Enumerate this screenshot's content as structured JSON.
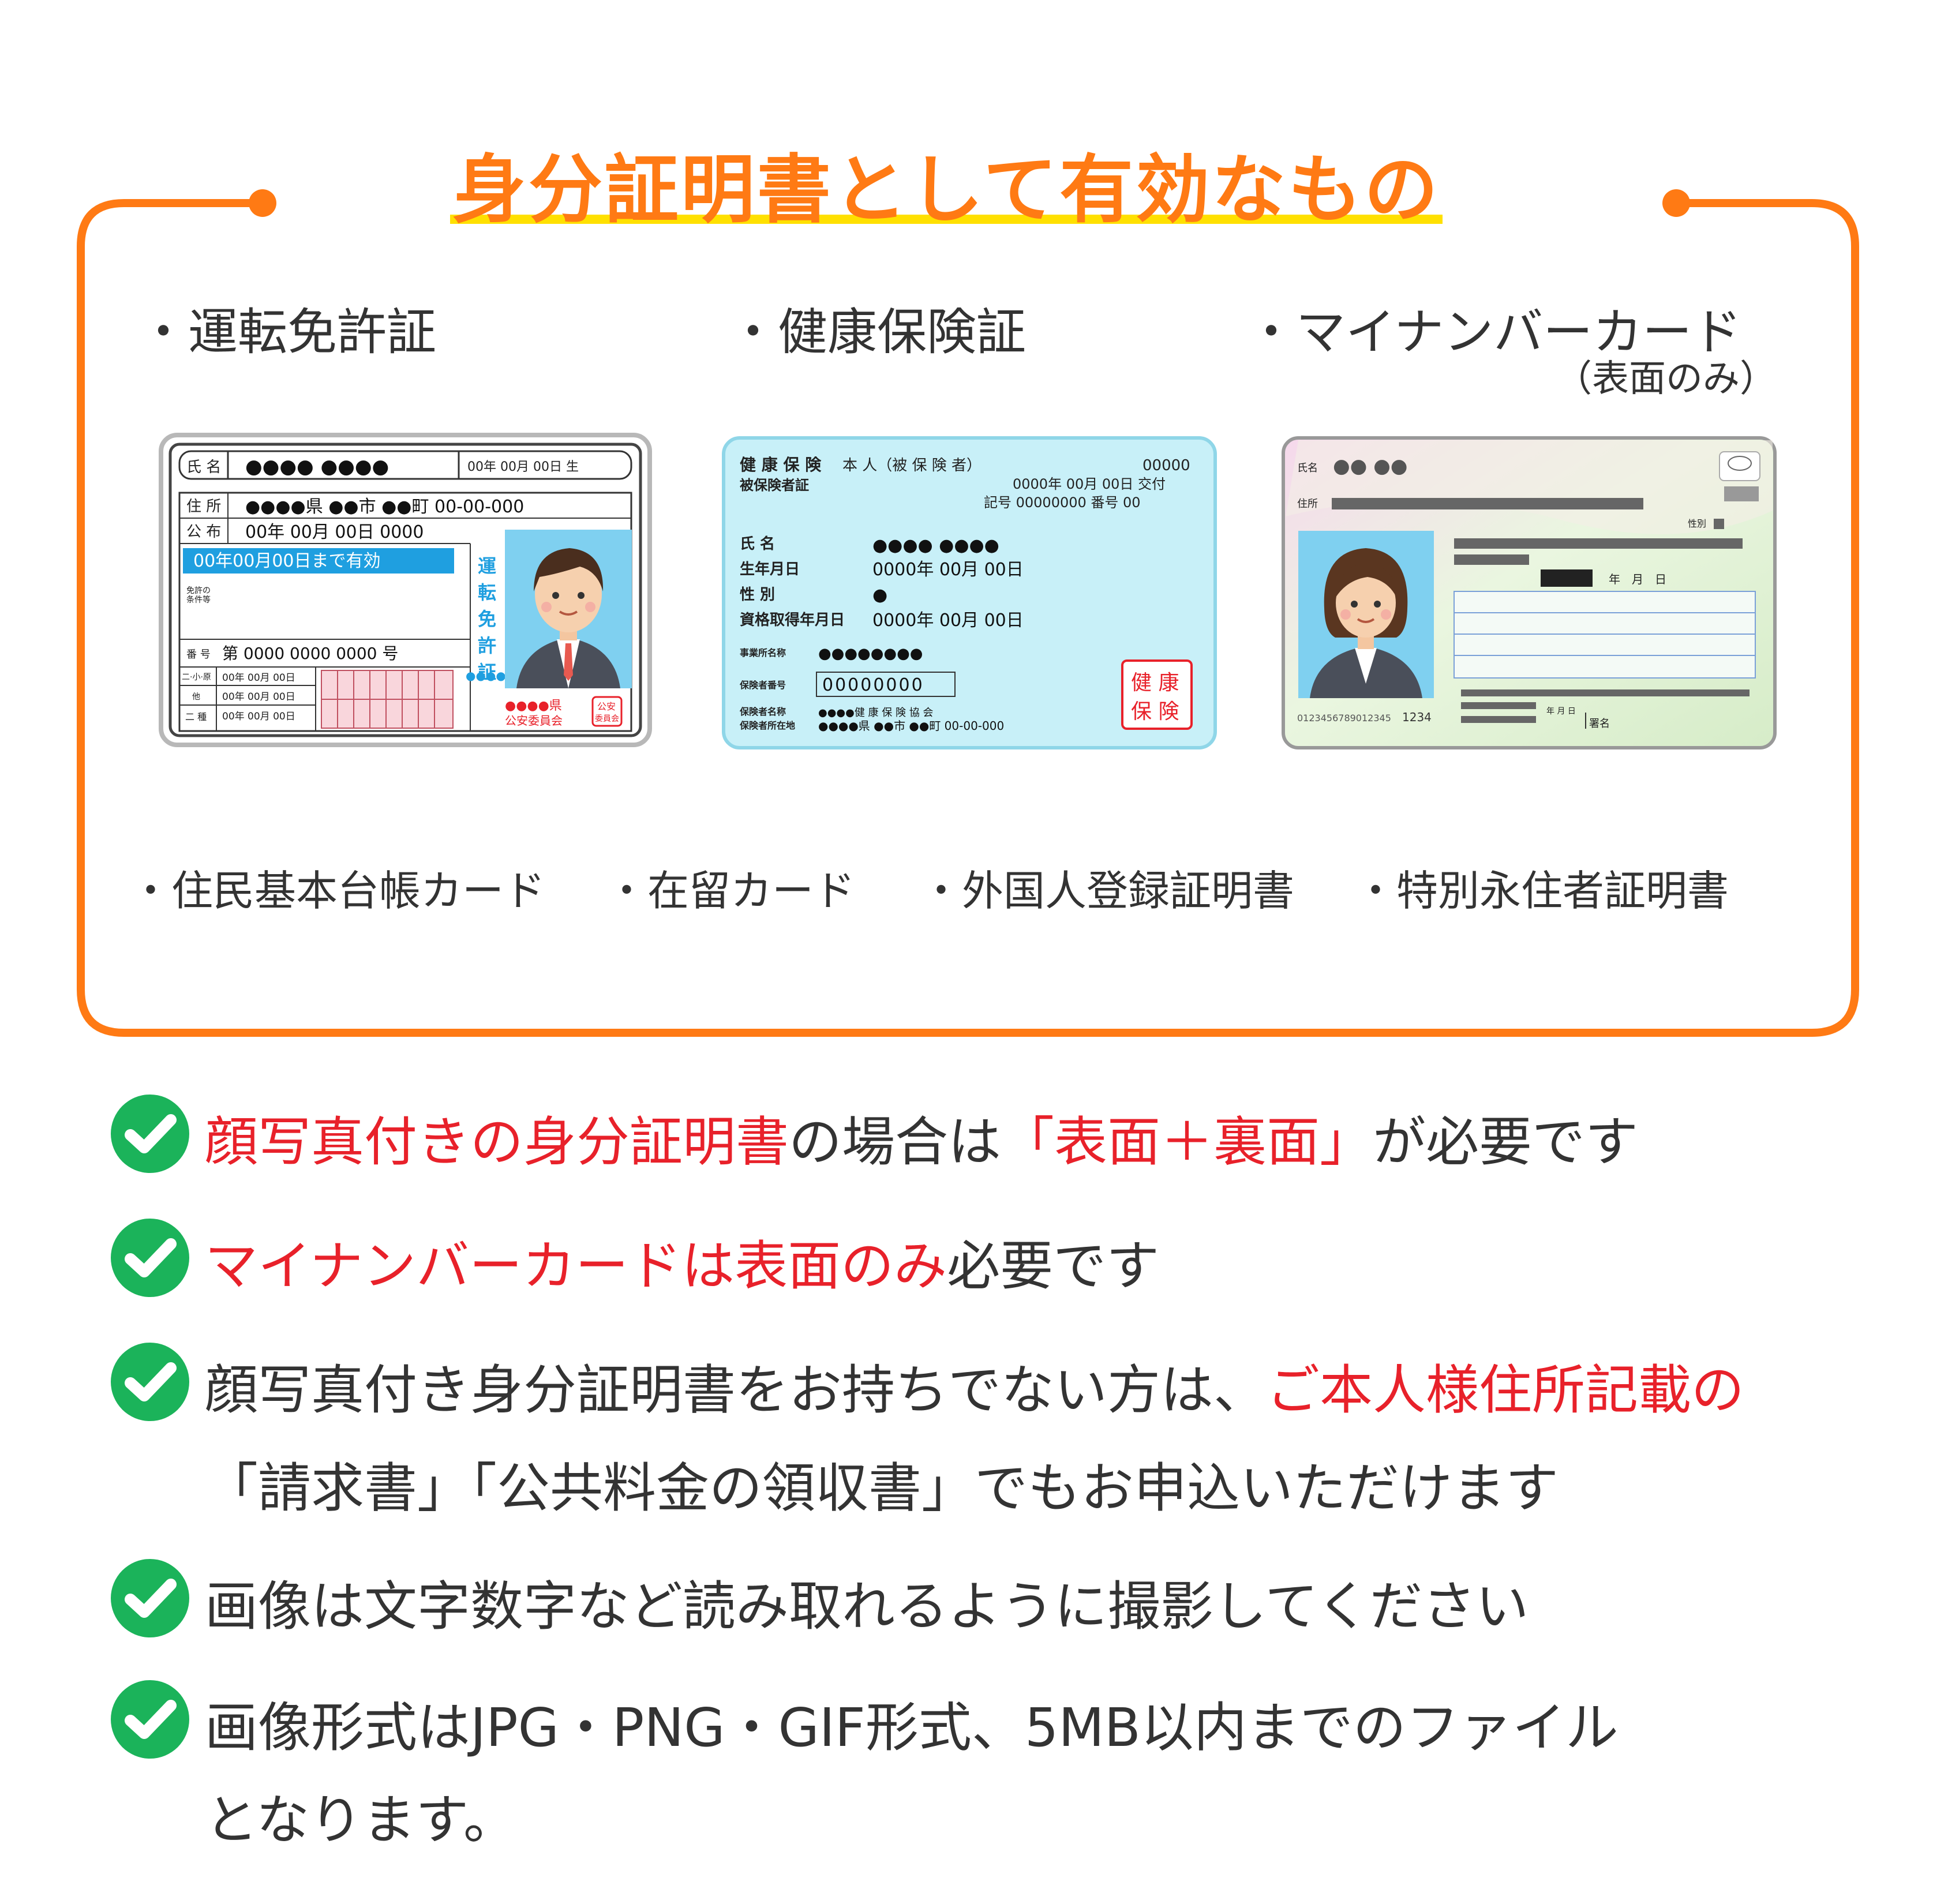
{
  "title": "身分証明書として有効なもの",
  "colors": {
    "accent_orange": "#ff7a14",
    "underline_yellow": "#ffe000",
    "red_text": "#e8212a",
    "check_green": "#1bb35a"
  },
  "main_docs": [
    {
      "label": "・運転免許証"
    },
    {
      "label": "・健康保険証"
    },
    {
      "label": "・マイナンバーカード",
      "sublabel": "（表面のみ）"
    }
  ],
  "other_docs": [
    "・住民基本台帳カード",
    "・在留カード",
    "・外国人登録証明書",
    "・特別永住者証明書"
  ],
  "license_card": {
    "name_label": "氏 名",
    "name_value": "●●●●  ●●●●",
    "birth": "00年 00月 00日 生",
    "address_label": "住 所",
    "address_value": "●●●●県 ●●市 ●●町 00-00-000",
    "issue_label": "公 布",
    "issue_value": "00年 00月 00日 0000",
    "valid": "00年00月00日まで有効",
    "conditions": "免許の\n条件等",
    "number_label": "番 号",
    "number_value": "第 0000 0000 0000 号",
    "row1_label": "二·小·原",
    "row2_label": "他",
    "row3_label": "二 種",
    "row_date": "00年 00月 00日",
    "vertical_title": "運転免許証",
    "authority": "●●●●県\n公安委員会",
    "seal": "公安\n委員会"
  },
  "insurance_card": {
    "title": "健 康 保 険",
    "subtitle": "被保険者証",
    "holder": "本 人（被 保 険 者）",
    "number": "00000",
    "issued": "0000年 00月 00日 交付",
    "mark": "記号  00000000  番号  00",
    "name_label": "氏 名",
    "name_value": "●●●●  ●●●●",
    "birth_label": "生年月日",
    "birth_value": "0000年  00月  00日",
    "sex_label": "性 別",
    "sex_value": "●",
    "qualify_label": "資格取得年月日",
    "qualify_value": "0000年  00月  00日",
    "office_label": "事業所名称",
    "office_value": "●●●●●●●●",
    "insurer_no_label": "保険者番号",
    "insurer_no_value": "00000000",
    "insurer_name_label": "保険者名称",
    "insurer_name_value": "●●●●健 康 保 険 協 会",
    "insurer_addr_label": "保険者所在地",
    "insurer_addr_value": "●●●●県 ●●市 ●●町 00-00-000",
    "seal": "健 康\n保 険"
  },
  "mynumber_card": {
    "name_label": "氏名",
    "name_value": "●●  ●●",
    "address_label": "住所",
    "sex_label": "性別",
    "date_label": "年　月　日",
    "serial": "0123456789012345",
    "pin": "1234",
    "sign_label": "署名",
    "ym_label": "年 月 日"
  },
  "notes": [
    {
      "segments": [
        {
          "text": "顔写真付きの身分証明書",
          "red": true
        },
        {
          "text": "の場合は",
          "red": false
        },
        {
          "text": "「表面＋裏面」",
          "red": true
        },
        {
          "text": "が必要です",
          "red": false
        }
      ]
    },
    {
      "segments": [
        {
          "text": "マイナンバーカードは表面のみ",
          "red": true
        },
        {
          "text": "必要です",
          "red": false
        }
      ]
    },
    {
      "segments": [
        {
          "text": "顔写真付き身分証明書をお持ちでない方は、",
          "red": false
        },
        {
          "text": "ご本人様住所記載の",
          "red": true
        }
      ],
      "line2": "「請求書」「公共料金の領収書」でもお申込いただけます"
    },
    {
      "segments": [
        {
          "text": "画像は文字数字など読み取れるように撮影してください",
          "red": false
        }
      ]
    },
    {
      "segments": [
        {
          "text": "画像形式はJPG・PNG・GIF形式、5MB以内までのファイル",
          "red": false
        }
      ],
      "line2": "となります。"
    }
  ]
}
